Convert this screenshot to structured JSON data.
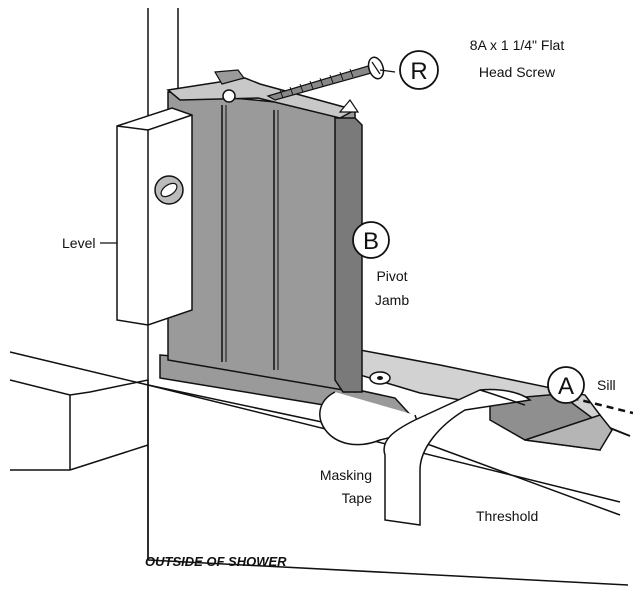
{
  "diagram": {
    "labels": {
      "screw": [
        "8A x 1 1/4\" Flat",
        "Head Screw"
      ],
      "screw_badge": "R",
      "jamb_badge": "B",
      "jamb": [
        "Pivot",
        "Jamb"
      ],
      "sill_badge": "A",
      "sill": "Sill",
      "level": "Level",
      "tape": [
        "Masking",
        "Tape"
      ],
      "threshold": "Threshold",
      "caption": "OUTSIDE OF SHOWER"
    },
    "colors": {
      "ink": "#111111",
      "jamb_fill": "#9a9a9a",
      "jamb_dark": "#7a7a7a",
      "sill_fill": "#c9c9c9",
      "paper": "#ffffff"
    }
  }
}
